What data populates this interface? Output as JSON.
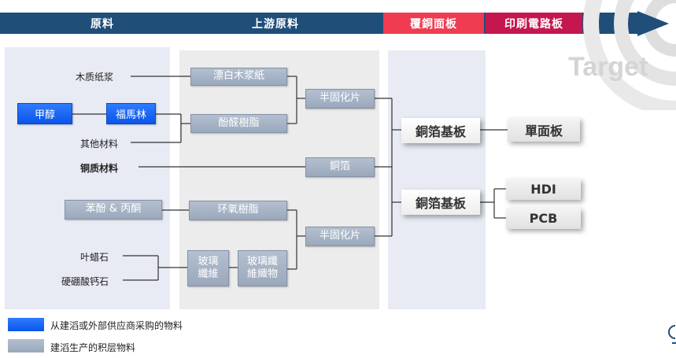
{
  "header": {
    "stages": [
      {
        "label": "原料",
        "color": "#1f4e79"
      },
      {
        "label": "上游原料",
        "color": "#1f4e79"
      },
      {
        "label": "覆銅面板",
        "color": "#ef3c51"
      },
      {
        "label": "印刷電路板",
        "color": "#c4174f"
      }
    ],
    "target_label": "Target"
  },
  "raw": {
    "wood_pulp": "木质纸浆",
    "methanol": "甲醇",
    "formalin": "福馬林",
    "other": "其他材料",
    "copper_material": "铜质材料",
    "phenol_acetone": "苯酚 & 丙酮",
    "wax_stone": "叶蜡石",
    "borocalcite": "硬硼酸钙石"
  },
  "upstream": {
    "bleached_paper": "漂白木浆紙",
    "phenolic_resin": "酚醛樹脂",
    "copper_foil": "銅箔",
    "epoxy_resin": "环氧樹脂",
    "glass_fiber": "玻璃\n纖維",
    "glass_fabric": "玻璃纖\n維織物",
    "prepreg_top": "半固化片",
    "prepreg_bottom": "半固化片"
  },
  "ccl": {
    "top": "銅箔基板",
    "bottom": "銅箔基板"
  },
  "pcb": {
    "single": "單面板",
    "hdi": "HDI",
    "pcb": "PCB"
  },
  "legend": {
    "blue_text": "从建滔或外部供应商采购的物料",
    "gray_text": "建滔生产的积层物料",
    "blue_color": "#0b55e8",
    "gray_color": "#a5b1c2"
  }
}
